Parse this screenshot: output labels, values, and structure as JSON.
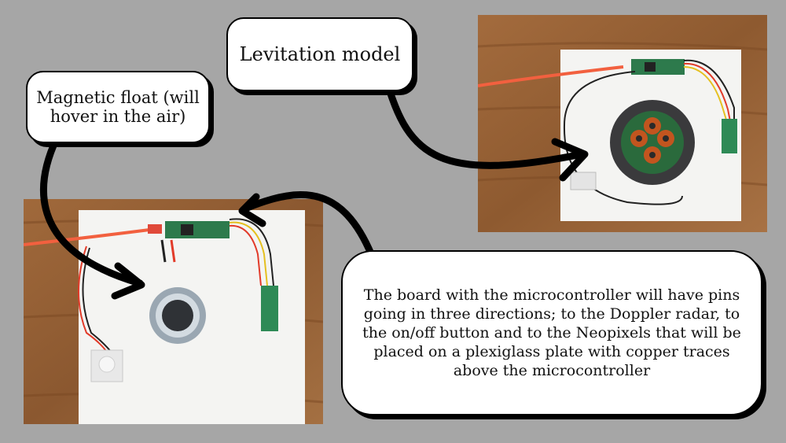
{
  "callouts": {
    "levitation_model": "Levitation model",
    "magnetic_float": "Magnetic float (will hover in the air)",
    "board_description": "The board with the microcontroller will have pins going in three directions; to the Doppler radar, to the on/off button and to the Neopixels that will be placed on a plexiglass plate with copper traces above the microcontroller"
  },
  "colors": {
    "background": "#a6a6a6",
    "wood": "#9a6437",
    "paper": "#f4f4f2",
    "cable_red": "#f2603f",
    "board_green": "#2d7a4c",
    "coil_copper": "#c2551f"
  }
}
